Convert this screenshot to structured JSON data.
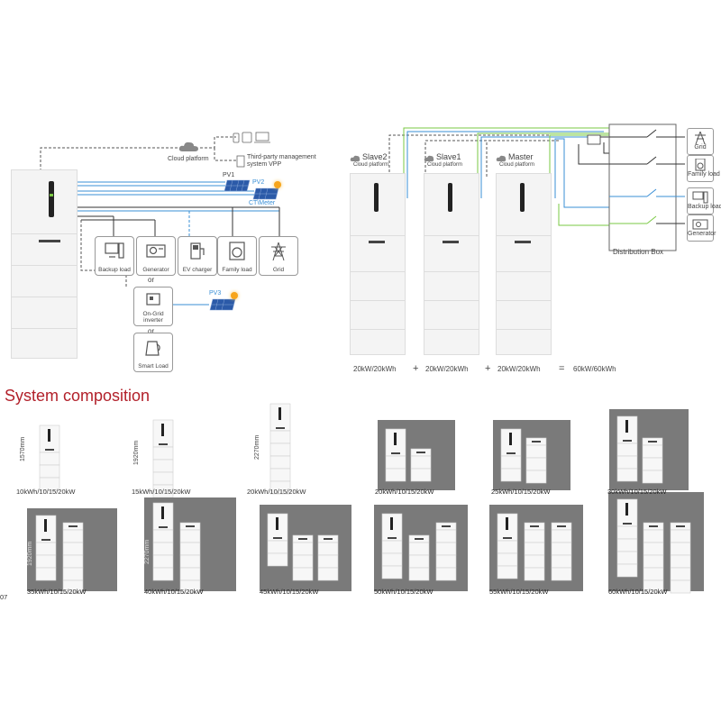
{
  "left_diagram": {
    "cloud_label": "Cloud platform",
    "third_party_label_1": "Third-party management",
    "third_party_label_2": "system VPP",
    "pv1": "PV1",
    "pv2": "PV2",
    "ct_meter": "CT\\Meter",
    "loads": [
      "Backup load",
      "Generator",
      "EV charger",
      "Family load",
      "Grid"
    ],
    "or_1": "or",
    "or_2": "or",
    "on_grid_1": "On-Grid",
    "on_grid_2": "inverter",
    "pv3": "PV3",
    "smart_load": "Smart Load"
  },
  "right_diagram": {
    "units": [
      {
        "name": "Slave2",
        "cloud": "Cloud platform",
        "spec": "20kW/20kWh"
      },
      {
        "name": "Slave1",
        "cloud": "Cloud platform",
        "spec": "20kW/20kWh"
      },
      {
        "name": "Master",
        "cloud": "Cloud platform",
        "spec": "20kW/20kWh"
      }
    ],
    "plus": "+",
    "equals": "=",
    "total": "60kW/60kWh",
    "distribution_box": "Distribution Box",
    "outputs": [
      "Grid",
      "Family load",
      "Backup load",
      "Generator"
    ]
  },
  "composition": {
    "title": "System composition",
    "row1": [
      {
        "label": "10kWh/10/15/20kW",
        "height": "1570mm"
      },
      {
        "label": "15kWh/10/15/20kW",
        "height": "1920mm"
      },
      {
        "label": "20kWh/10/15/20kW",
        "height": "2270mm"
      },
      {
        "label": "20kWh/10/15/20kW",
        "height": ""
      },
      {
        "label": "25kWh/10/15/20kW",
        "height": ""
      },
      {
        "label": "30kWh/10/15/20kW",
        "height": ""
      }
    ],
    "row2": [
      {
        "label": "35kWh/10/15/20kW",
        "height": "1920mm"
      },
      {
        "label": "40kWh/10/15/20kW",
        "height": "2270mm"
      },
      {
        "label": "45kWh/10/15/20kW",
        "height": ""
      },
      {
        "label": "50kWh/10/15/20kW",
        "height": ""
      },
      {
        "label": "55kWh/10/15/20kW",
        "height": ""
      },
      {
        "label": "60kWh/10/15/20kW",
        "height": ""
      }
    ],
    "corner_text": "07"
  },
  "colors": {
    "title": "#b2202a",
    "blue_line": "#3a8fd6",
    "green_line": "#7ac943",
    "gray_bg": "#777777"
  }
}
